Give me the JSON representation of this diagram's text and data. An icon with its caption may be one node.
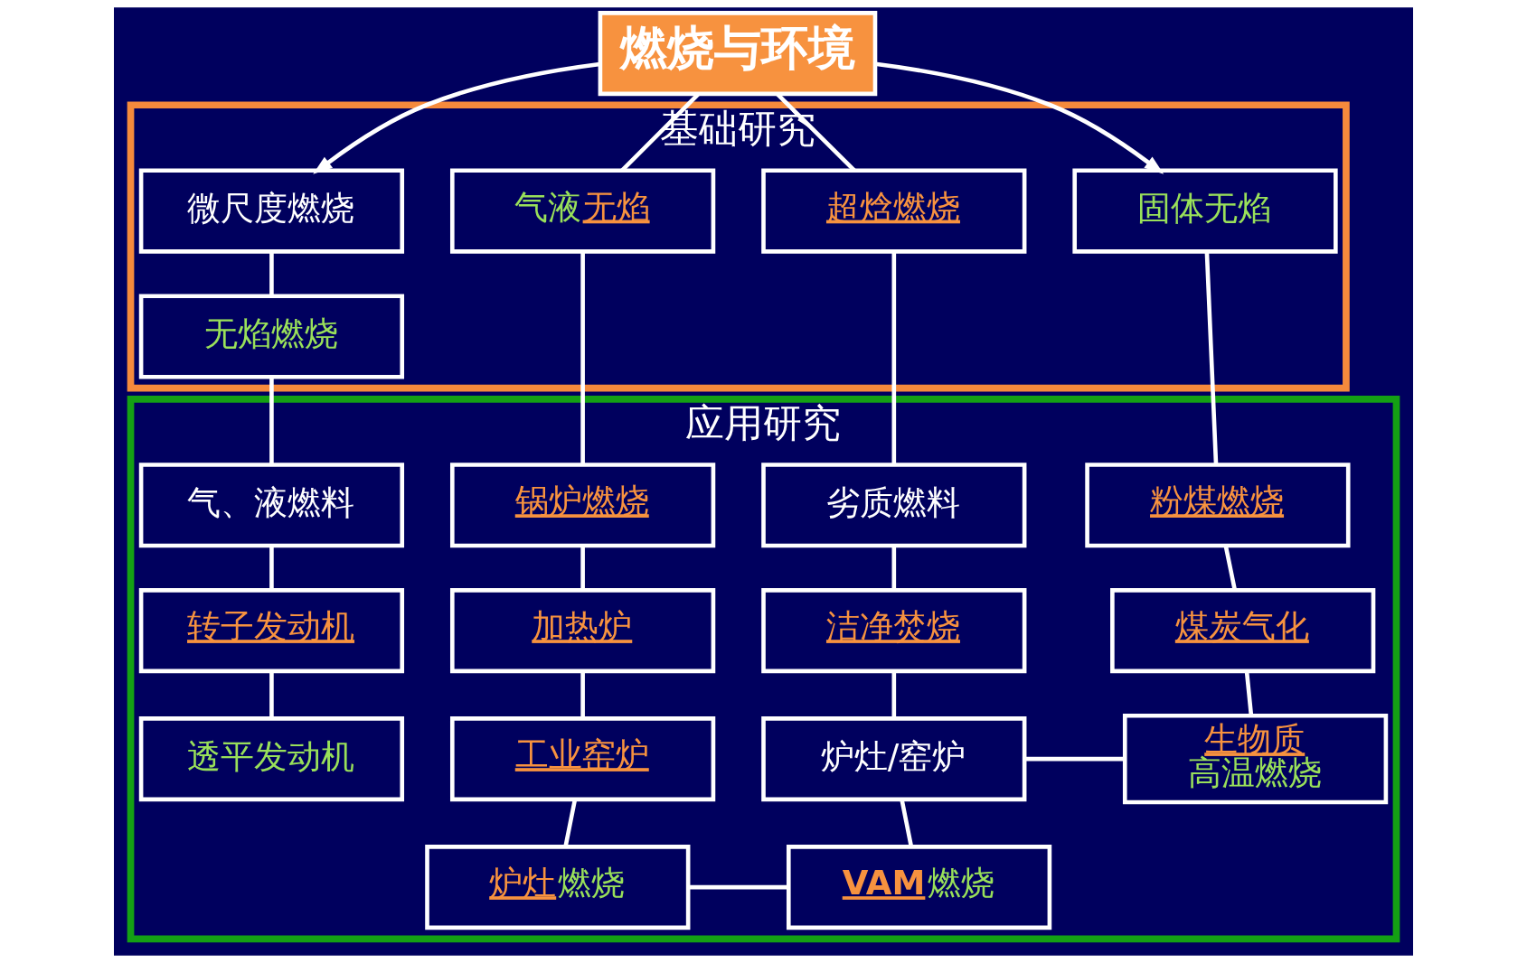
{
  "diagram": {
    "nodes": [
      {
        "text": [
          "燃烧与环境"
        ]
      },
      {
        "text": [
          "基础研究"
        ]
      },
      {
        "text": [
          "微尺度燃烧"
        ],
        "in": 1
      },
      {
        "text": [
          "气液无焰"
        ],
        "in": 1
      },
      {
        "text": [
          "超焓燃烧"
        ],
        "in": 1
      },
      {
        "text": [
          "固体无焰"
        ],
        "in": 1
      },
      {
        "text": [
          "无焰燃烧"
        ],
        "in": 1
      },
      {
        "text": [
          "应用研究"
        ]
      },
      {
        "text": [
          "锅炉燃烧"
        ],
        "in": 7
      },
      {
        "text": [
          "劣质燃料"
        ],
        "in": 7
      },
      {
        "text": [
          "粉煤燃烧"
        ],
        "in": 7
      },
      {
        "text": [
          "气、液燃料"
        ],
        "in": 7
      },
      {
        "text": [
          "加热炉"
        ],
        "in": 7
      },
      {
        "text": [
          "洁净焚烧"
        ],
        "in": 7
      },
      {
        "text": [
          "煤炭气化"
        ],
        "in": 7
      },
      {
        "text": [
          "转子发动机"
        ],
        "in": 7
      },
      {
        "text": [
          "工业窑炉"
        ],
        "in": 7
      },
      {
        "text": [
          "炉灶/窑炉"
        ],
        "in": 7
      },
      {
        "text": [
          "生物质",
          "高温燃烧"
        ],
        "in": 7
      },
      {
        "text": [
          "透平发动机"
        ],
        "in": 7
      },
      {
        "text": [
          "炉灶燃烧"
        ],
        "in": 7
      },
      {
        "text": [
          "VAM燃烧"
        ],
        "in": 7
      }
    ],
    "edges": [
      {
        "from": 0,
        "to": 2,
        "arrow": "to"
      },
      {
        "from": 0,
        "to": 3,
        "arrow": "none"
      },
      {
        "from": 0,
        "to": 4,
        "arrow": "none"
      },
      {
        "from": 0,
        "to": 5,
        "arrow": "to"
      },
      {
        "from": 2,
        "to": 6,
        "arrow": "none"
      },
      {
        "from": 6,
        "to": 11,
        "arrow": "none"
      },
      {
        "from": 11,
        "to": 15,
        "arrow": "none"
      },
      {
        "from": 15,
        "to": 19,
        "arrow": "none"
      },
      {
        "from": 3,
        "to": 8,
        "arrow": "none"
      },
      {
        "from": 8,
        "to": 12,
        "arrow": "none"
      },
      {
        "from": 12,
        "to": 16,
        "arrow": "none"
      },
      {
        "from": 16,
        "to": 20,
        "arrow": "none"
      },
      {
        "from": 4,
        "to": 9,
        "arrow": "none"
      },
      {
        "from": 9,
        "to": 13,
        "arrow": "none"
      },
      {
        "from": 13,
        "to": 17,
        "arrow": "none"
      },
      {
        "from": 17,
        "to": 21,
        "arrow": "none"
      },
      {
        "from": 5,
        "to": 10,
        "arrow": "none"
      },
      {
        "from": 10,
        "to": 14,
        "arrow": "none"
      },
      {
        "from": 14,
        "to": 18,
        "arrow": "none"
      },
      {
        "from": 17,
        "to": 18,
        "arrow": "none"
      },
      {
        "from": 20,
        "to": 21,
        "arrow": "none"
      }
    ]
  }
}
